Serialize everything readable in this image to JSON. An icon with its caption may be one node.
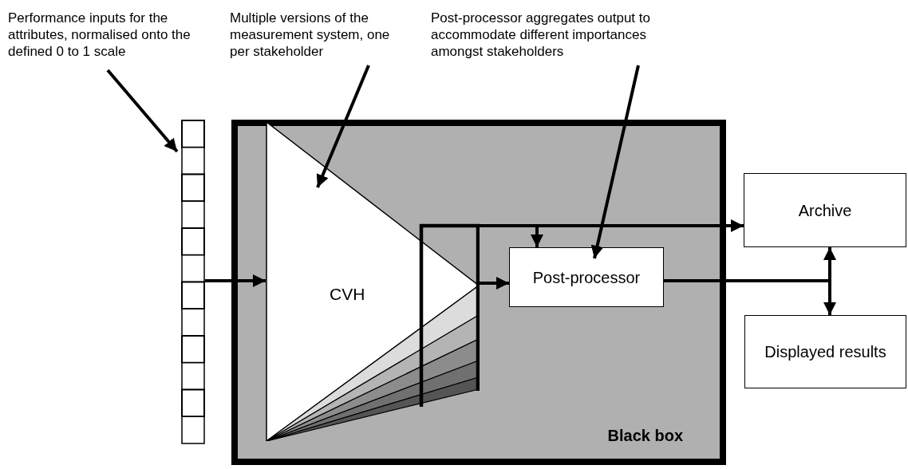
{
  "diagram": {
    "nodes": [
      {
        "text": [
          "Black box"
        ]
      },
      {
        "text": [],
        "shape": "bar"
      },
      {
        "text": [
          "CVH"
        ],
        "in": 0
      },
      {
        "text": [
          "Post-processor"
        ],
        "in": 0
      },
      {
        "text": [
          "Archive"
        ]
      },
      {
        "text": [
          "Displayed results"
        ]
      },
      {
        "text": [
          "Performance inputs for the attributes, normalised onto the defined 0 to 1 scale"
        ]
      },
      {
        "text": [
          "Multiple versions of the measurement system, one per stakeholder"
        ]
      },
      {
        "text": [
          "Post-processor aggregates output to accommodate different importances amongst stakeholders"
        ]
      }
    ],
    "edges": [
      {
        "from": 1,
        "to": 2,
        "arrow": "to"
      },
      {
        "from": 2,
        "to": 3,
        "arrow": "to"
      },
      {
        "from": 2,
        "to": 4,
        "arrow": "to"
      },
      {
        "from": 2,
        "to": 3,
        "arrow": "to"
      },
      {
        "from": 3,
        "to": 4,
        "arrow": "to"
      },
      {
        "from": 3,
        "to": 5,
        "arrow": "to"
      },
      {
        "from": 6,
        "to": 1,
        "arrow": "to"
      },
      {
        "from": 7,
        "to": 2,
        "arrow": "to"
      },
      {
        "from": 8,
        "to": 3,
        "arrow": "to"
      }
    ]
  }
}
